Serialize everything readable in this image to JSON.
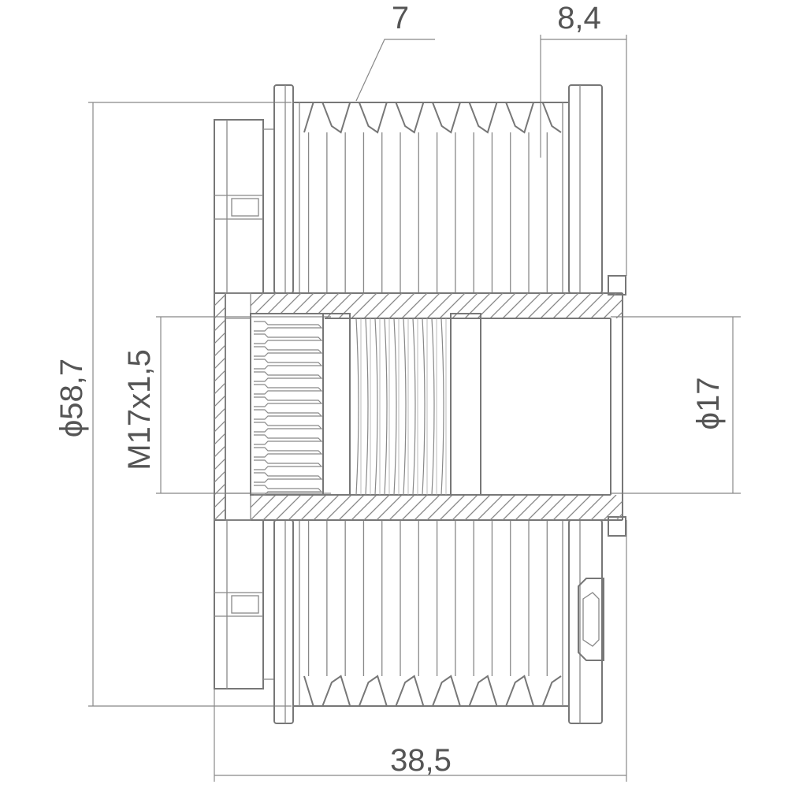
{
  "drawing": {
    "kind": "technical-drawing",
    "subject": "alternator pulley cross-section",
    "line_color": "#777777",
    "background": "#ffffff",
    "dimensions": {
      "groove_count": "7",
      "hub_length": "8,4",
      "outer_diameter": "ϕ58,7",
      "thread": "M17x1,5",
      "bore_diameter": "ϕ17",
      "overall_length": "38,5"
    }
  }
}
